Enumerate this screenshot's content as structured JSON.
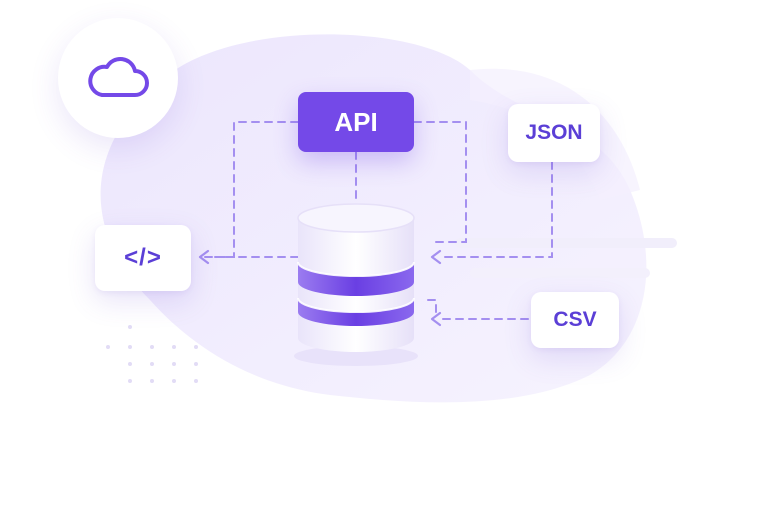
{
  "nodes": {
    "api_label": "API",
    "json_label": "JSON",
    "csv_label": "CSV",
    "code_label": "</>"
  },
  "icons": {
    "cloud": "cloud-icon",
    "database": "database-icon"
  },
  "colors": {
    "accent": "#7449e8",
    "accent_text": "#5b3fd6",
    "connector": "#a48ff0",
    "background_blob": "#efeafd"
  }
}
